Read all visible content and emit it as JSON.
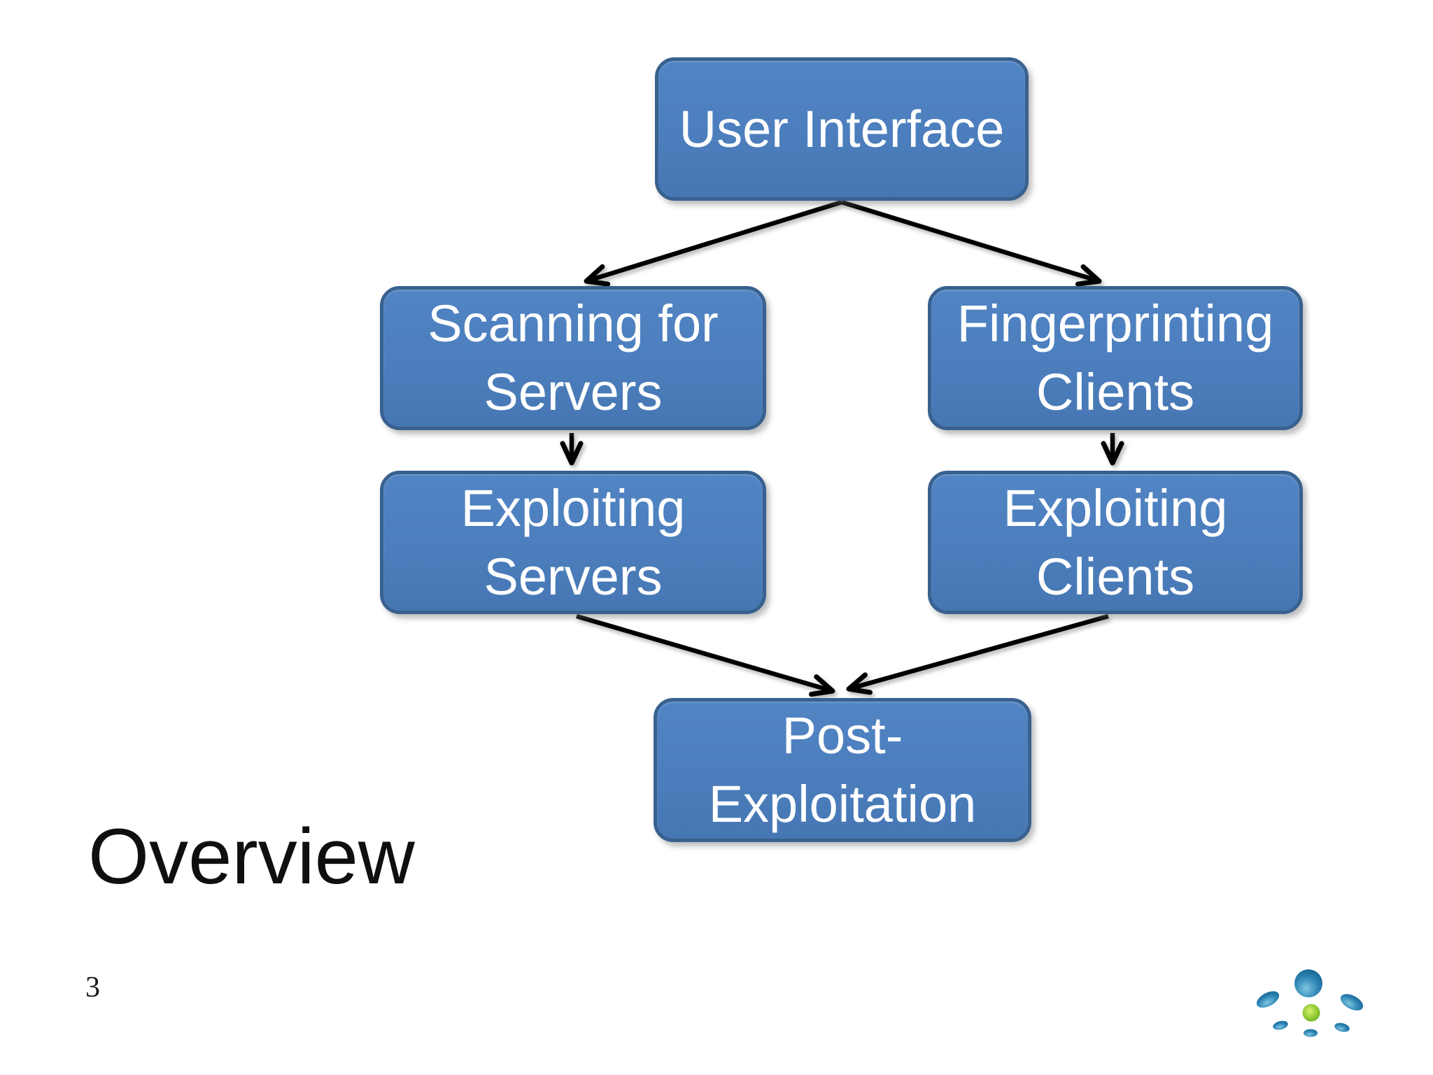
{
  "slide": {
    "title": "Overview",
    "page_number": "3"
  },
  "diagram": {
    "nodes": [
      {
        "id": "user-interface",
        "label": "User Interface"
      },
      {
        "id": "scanning-for-servers",
        "label": "Scanning for\nServers"
      },
      {
        "id": "fingerprinting-clients",
        "label": "Fingerprinting\nClients"
      },
      {
        "id": "exploiting-servers",
        "label": "Exploiting\nServers"
      },
      {
        "id": "exploiting-clients",
        "label": "Exploiting\nClients"
      },
      {
        "id": "post-exploitation",
        "label": "Post-\nExploitation"
      }
    ],
    "edges": [
      {
        "from": "user-interface",
        "to": "scanning-for-servers"
      },
      {
        "from": "user-interface",
        "to": "fingerprinting-clients"
      },
      {
        "from": "scanning-for-servers",
        "to": "exploiting-servers"
      },
      {
        "from": "fingerprinting-clients",
        "to": "exploiting-clients"
      },
      {
        "from": "exploiting-servers",
        "to": "post-exploitation"
      },
      {
        "from": "exploiting-clients",
        "to": "post-exploitation"
      }
    ],
    "colors": {
      "node_fill": "#4C7EBD",
      "node_border": "#38618F",
      "node_text": "#FFFFFF",
      "arrow": "#000000"
    }
  },
  "logo": {
    "name": "dot-flower-logo",
    "petal_color": "#2E86B5",
    "center_color": "#8CC831"
  }
}
